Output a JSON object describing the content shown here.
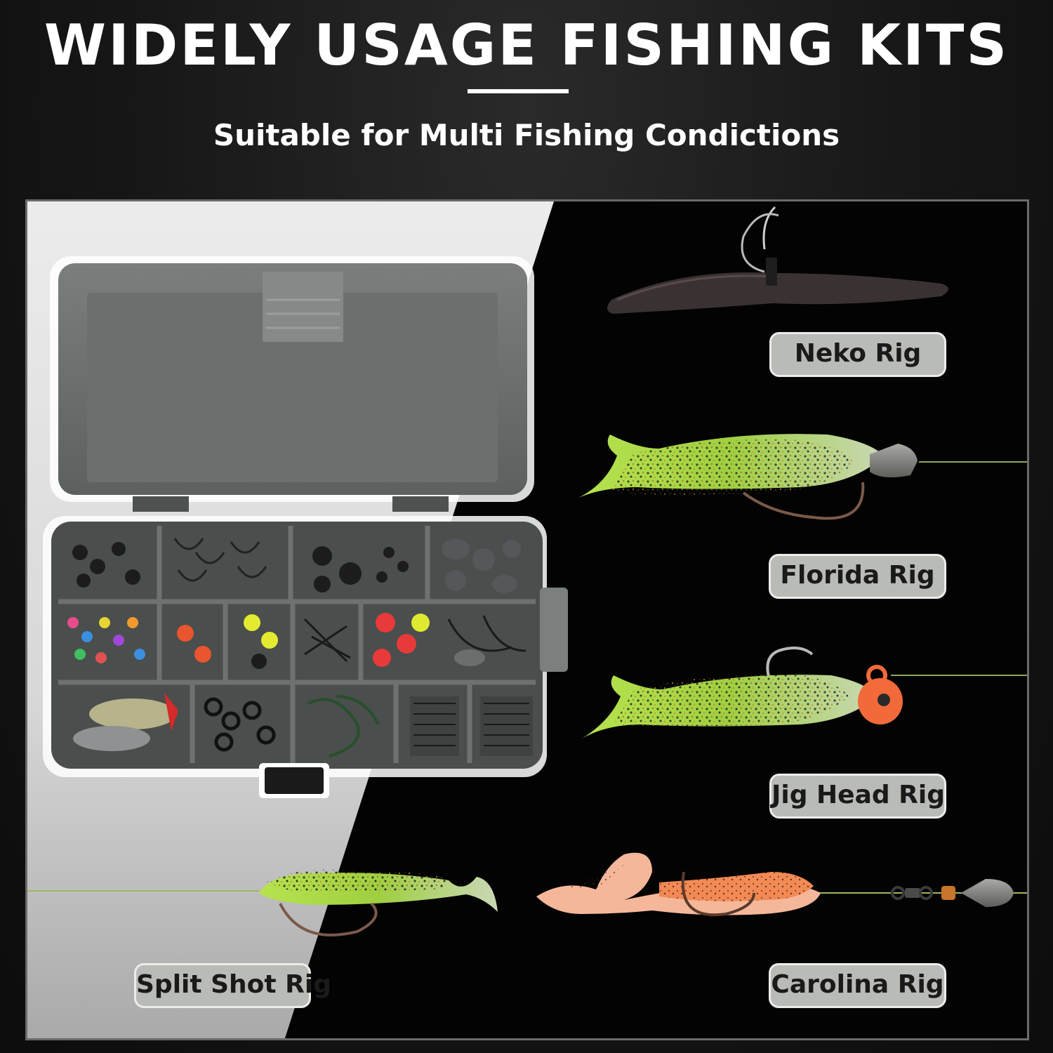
{
  "header": {
    "title": "WIDELY USAGE FISHING KITS",
    "subtitle": "Suitable for Multi Fishing Condictions"
  },
  "rigs": [
    {
      "label": "Neko Rig"
    },
    {
      "label": "Florida Rig"
    },
    {
      "label": "Jig Head Rig"
    },
    {
      "label": "Split Shot Rig"
    },
    {
      "label": "Carolina Rig"
    }
  ],
  "colors": {
    "background": "#161616",
    "panel_light": "#e6e6e6",
    "panel_dark": "#030303",
    "label_fill": "#b9bbb6",
    "label_border": "#ececec",
    "lure_green": "#a6d645",
    "lure_orange": "#f28a55",
    "jig_head_orange": "#f26a3a"
  },
  "illustrations": [
    "tackle-box-image",
    "neko-rig-worm-image",
    "florida-rig-lure-image",
    "jig-head-rig-lure-image",
    "split-shot-rig-lure-image",
    "carolina-rig-lure-image"
  ]
}
